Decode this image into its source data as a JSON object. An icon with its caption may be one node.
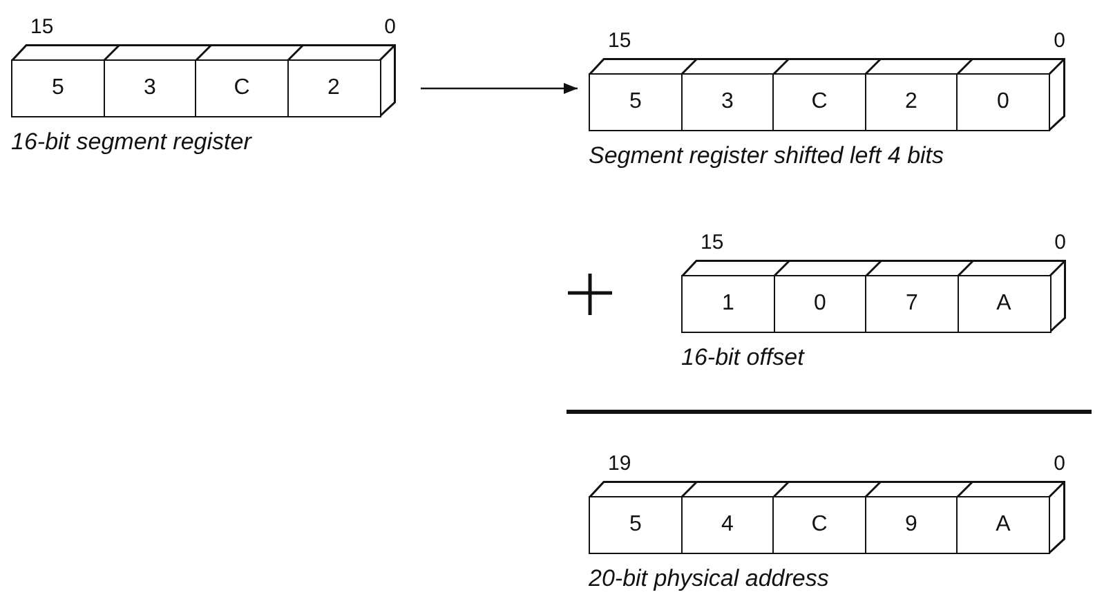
{
  "diagram": {
    "nodes": [
      {
        "text": [
          "16-bit segment register"
        ],
        "beside": [
          "15",
          "0"
        ]
      },
      {
        "text": [
          "5"
        ],
        "in": 0
      },
      {
        "text": [
          "3"
        ],
        "in": 0
      },
      {
        "text": [
          "C"
        ],
        "in": 0
      },
      {
        "text": [
          "2"
        ],
        "in": 0
      },
      {
        "text": [
          "Segment register shifted left 4 bits"
        ],
        "beside": [
          "15",
          "0"
        ]
      },
      {
        "text": [
          "5"
        ],
        "in": 5
      },
      {
        "text": [
          "3"
        ],
        "in": 5
      },
      {
        "text": [
          "C"
        ],
        "in": 5
      },
      {
        "text": [
          "2"
        ],
        "in": 5
      },
      {
        "text": [
          "0"
        ],
        "in": 5
      },
      {
        "text": [
          "16-bit offset"
        ],
        "beside": [
          "15",
          "0"
        ]
      },
      {
        "text": [
          "1"
        ],
        "in": 11
      },
      {
        "text": [
          "0"
        ],
        "in": 11
      },
      {
        "text": [
          "7"
        ],
        "in": 11
      },
      {
        "text": [
          "A"
        ],
        "in": 11
      },
      {
        "text": [
          "20-bit physical address"
        ],
        "beside": [
          "19",
          "0"
        ]
      },
      {
        "text": [
          "5"
        ],
        "in": 16
      },
      {
        "text": [
          "4"
        ],
        "in": 16
      },
      {
        "text": [
          "C"
        ],
        "in": 16
      },
      {
        "text": [
          "9"
        ],
        "in": 16
      },
      {
        "text": [
          "A"
        ],
        "in": 16
      }
    ],
    "edges": [
      {
        "from": 0,
        "to": 5,
        "arrow": "to"
      }
    ]
  }
}
